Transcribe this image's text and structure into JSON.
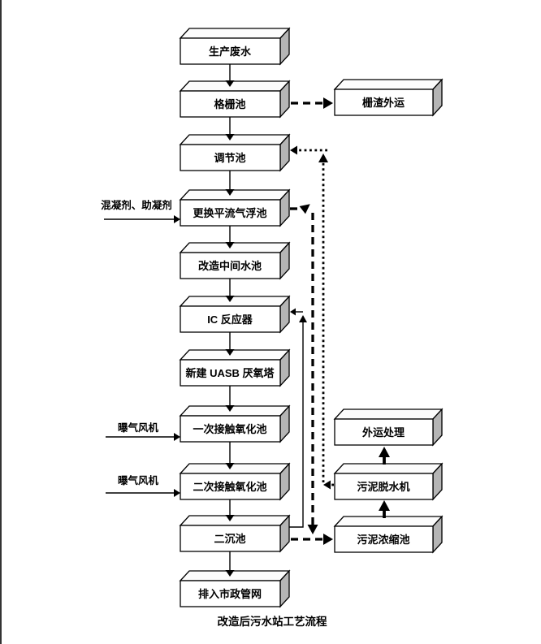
{
  "caption": "改造后污水站工艺流程",
  "nodes": {
    "production_wastewater": "生产废水",
    "grid_pool": "格栅池",
    "regulation_pool": "调节池",
    "air_flotation_pool": "更换平流气浮池",
    "intermediate_pool": "改造中间水池",
    "ic_reactor": "IC 反应器",
    "uasb_tower": "新建 UASB 厌氧塔",
    "contact_oxidation_1": "一次接触氧化池",
    "contact_oxidation_2": "二次接触氧化池",
    "secondary_sedimentation": "二沉池",
    "municipal_pipe": "排入市政管网",
    "grid_residue_transport": "栅渣外运",
    "external_treatment": "外运处理",
    "sludge_dewatering": "污泥脱水机",
    "sludge_thickening": "污泥浓缩池"
  },
  "labels": {
    "coagulant": "混凝剂、助凝剂",
    "aeration_fan_1": "曝气风机",
    "aeration_fan_2": "曝气风机"
  },
  "colors": {
    "line": "#000000",
    "box_fill": "#ffffff",
    "box_side": "#b5b5b5",
    "background": "#ffffff"
  },
  "edges": [
    {
      "from": "生产废水",
      "to": "格栅池",
      "style": "solid"
    },
    {
      "from": "格栅池",
      "to": "栅渣外运",
      "style": "dashed"
    },
    {
      "from": "格栅池",
      "to": "调节池",
      "style": "solid"
    },
    {
      "from": "调节池",
      "to": "更换平流气浮池",
      "style": "solid"
    },
    {
      "from": "混凝剂、助凝剂",
      "to": "更换平流气浮池",
      "style": "solid"
    },
    {
      "from": "更换平流气浮池",
      "to": "改造中间水池",
      "style": "solid"
    },
    {
      "from": "更换平流气浮池",
      "to": "污泥浓缩池",
      "style": "dashed"
    },
    {
      "from": "改造中间水池",
      "to": "IC 反应器",
      "style": "solid"
    },
    {
      "from": "IC 反应器",
      "to": "新建 UASB 厌氧塔",
      "style": "solid"
    },
    {
      "from": "新建 UASB 厌氧塔",
      "to": "一次接触氧化池",
      "style": "solid"
    },
    {
      "from": "曝气风机",
      "to": "一次接触氧化池",
      "style": "solid"
    },
    {
      "from": "一次接触氧化池",
      "to": "二次接触氧化池",
      "style": "solid"
    },
    {
      "from": "曝气风机",
      "to": "二次接触氧化池",
      "style": "solid"
    },
    {
      "from": "二次接触氧化池",
      "to": "二沉池",
      "style": "solid"
    },
    {
      "from": "二沉池",
      "to": "IC 反应器",
      "style": "solid"
    },
    {
      "from": "二沉池",
      "to": "排入市政管网",
      "style": "solid"
    },
    {
      "from": "二沉池",
      "to": "污泥浓缩池",
      "style": "dashed"
    },
    {
      "from": "污泥浓缩池",
      "to": "污泥脱水机",
      "style": "solid"
    },
    {
      "from": "污泥脱水机",
      "to": "外运处理",
      "style": "solid"
    },
    {
      "from": "污泥脱水机",
      "to": "调节池",
      "style": "dotted"
    }
  ]
}
